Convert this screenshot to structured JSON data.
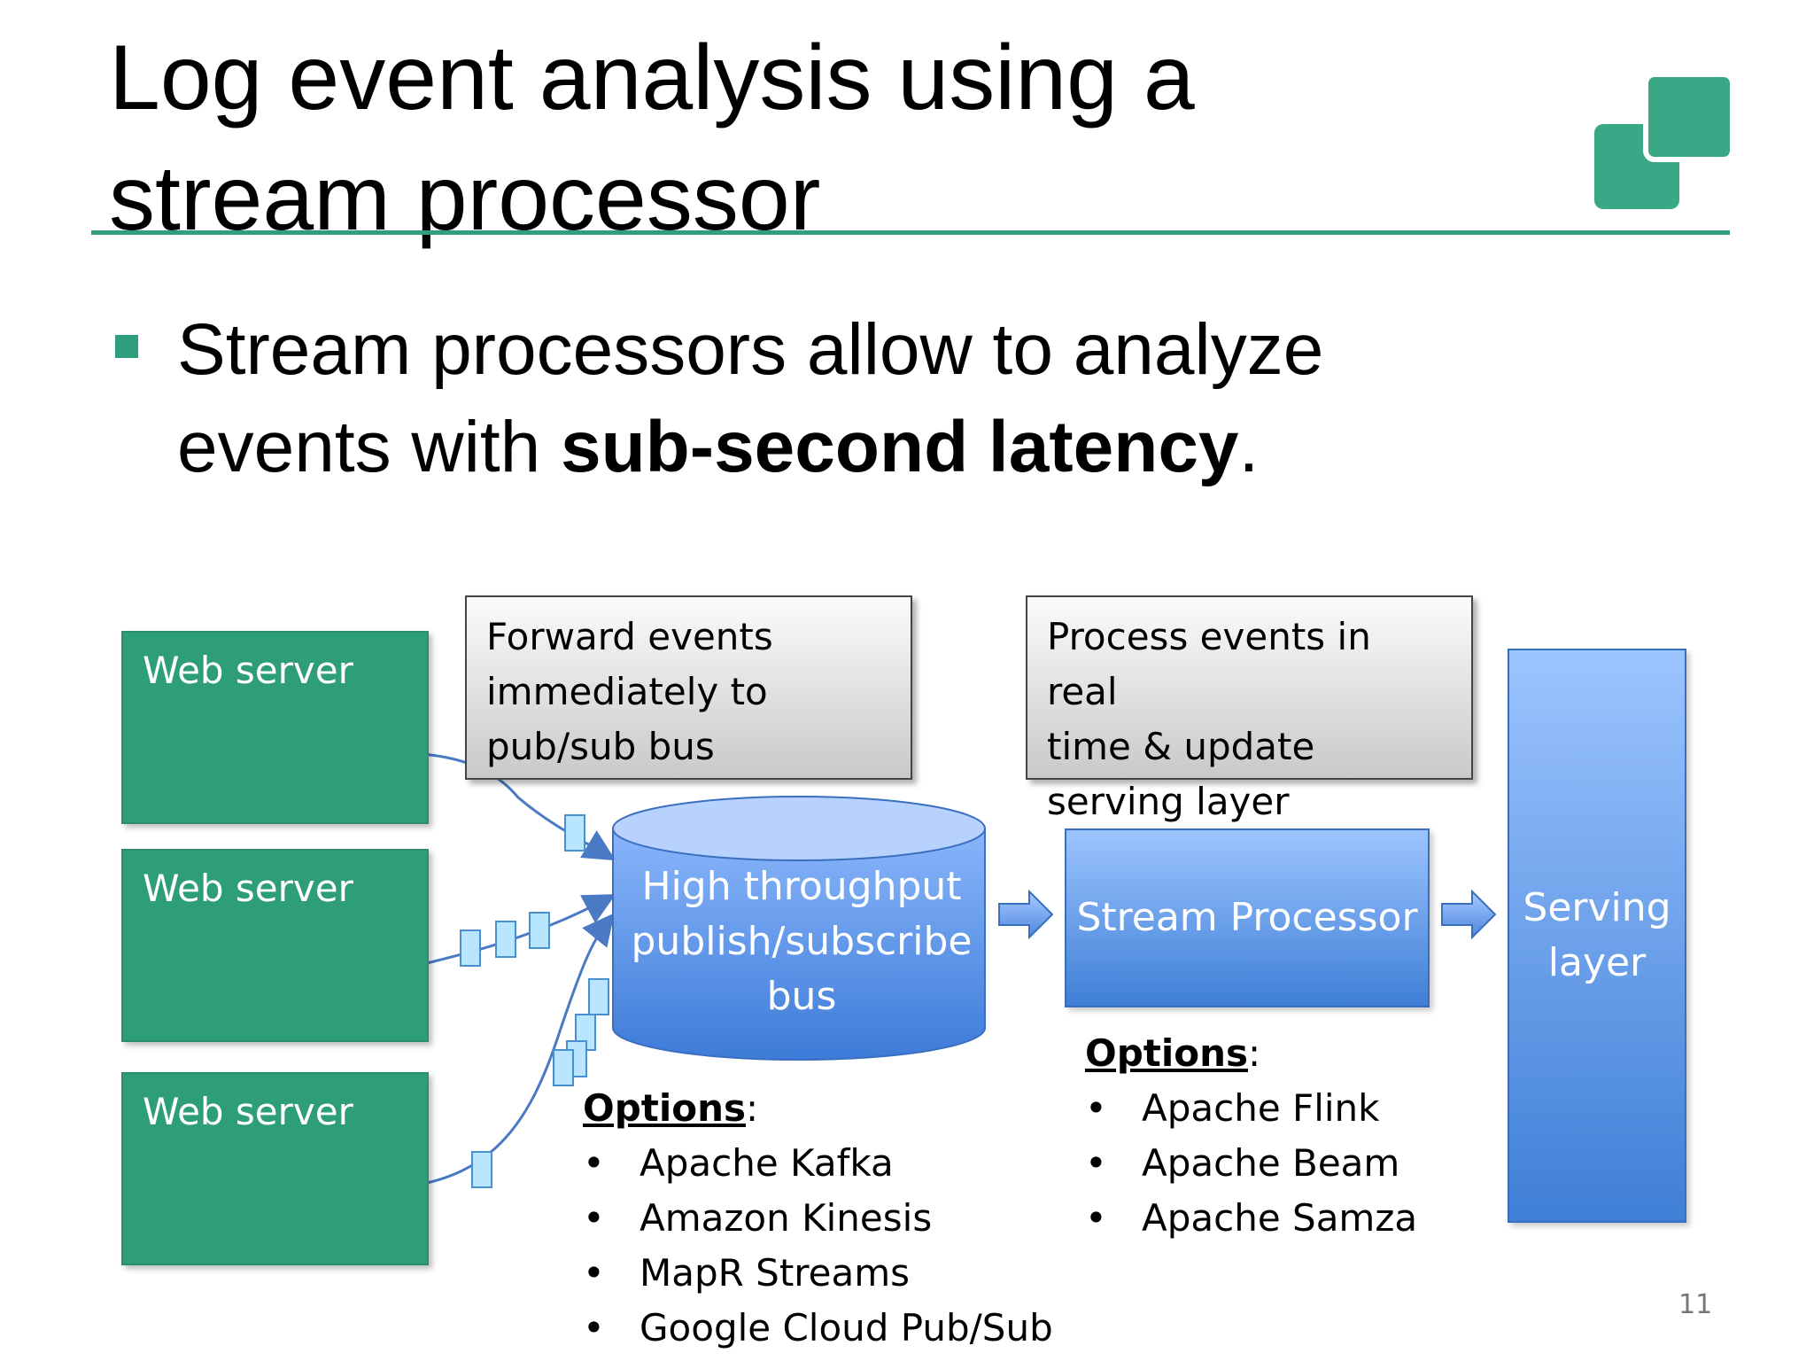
{
  "slide": {
    "title_line1": "Log event analysis using a",
    "title_line2": "stream processor",
    "bullet_plain1": "Stream processors allow to analyze",
    "bullet_plain2": "events with ",
    "bullet_bold": "sub-second latency",
    "bullet_end": ".",
    "page_number": "11",
    "accent_color": "#2f9e7e"
  },
  "diagram": {
    "web_servers": [
      "Web server",
      "Web server",
      "Web server"
    ],
    "note_forward": [
      "Forward events",
      "immediately to",
      "pub/sub bus"
    ],
    "note_process": [
      "Process events in real",
      "time & update",
      "serving layer"
    ],
    "bus_label": [
      "High throughput",
      "publish/subscribe",
      "bus"
    ],
    "stream_processor": "Stream Processor",
    "serving_layer": [
      "Serving",
      "layer"
    ],
    "bus_options_header": "Options",
    "bus_options": [
      "Apache Kafka",
      "Amazon Kinesis",
      "MapR Streams",
      "Google Cloud Pub/Sub"
    ],
    "processor_options_header": "Options",
    "processor_options": [
      "Apache Flink",
      "Apache Beam",
      "Apache Samza"
    ]
  }
}
